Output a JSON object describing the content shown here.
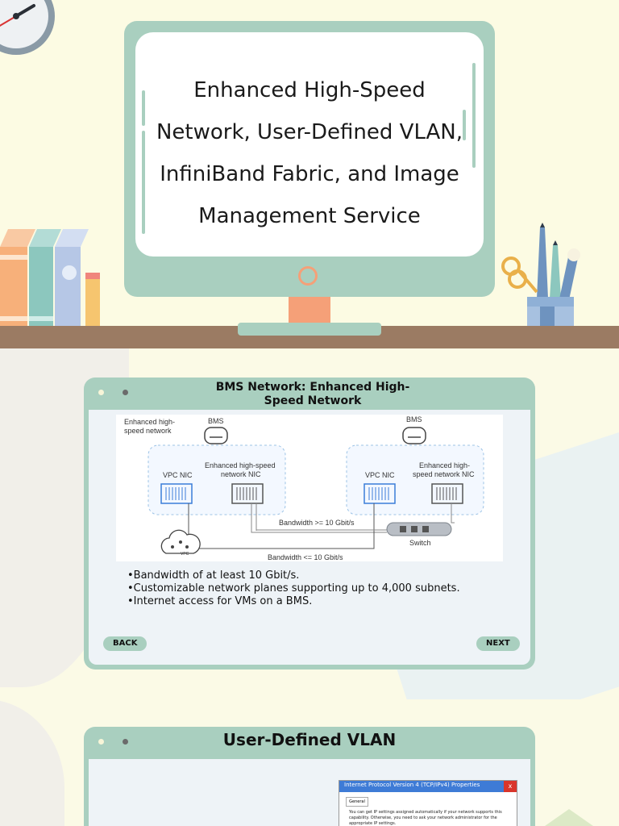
{
  "slide1": {
    "title": "Enhanced High-Speed Network, User-Defined VLAN, InfiniBand Fabric, and Image Management Service"
  },
  "slide2": {
    "title": "BMS Network: Enhanced High-Speed Network",
    "diagram": {
      "enhanced_label": "Enhanced high-speed network",
      "bms_left": "BMS",
      "bms_right": "BMS",
      "vpc_nic_left": "VPC NIC",
      "enh_nic_left": "Enhanced high-speed network NIC",
      "vpc_nic_right": "VPC NIC",
      "enh_nic_right": "Enhanced high-speed network NIC",
      "bandwidth_high": "Bandwidth >= 10 Gbit/s",
      "bandwidth_low": "Bandwidth <= 10 Gbit/s",
      "switch": "Switch",
      "vpc": "VPC"
    },
    "bullets": [
      "•Bandwidth of at least 10 Gbit/s.",
      "•Customizable network planes supporting up to 4,000 subnets.",
      "•Internet access for VMs on a BMS."
    ],
    "back_label": "BACK",
    "next_label": "NEXT"
  },
  "slide3": {
    "title": "User-Defined VLAN",
    "dialog": {
      "title": "Internet Protocol Version 4 (TCP/IPv4) Properties",
      "close": "x",
      "tab": "General",
      "text": "You can get IP settings assigned automatically if your network supports this capability. Otherwise, you need to ask your network administrator for the appropriate IP settings."
    }
  },
  "colors": {
    "mint": "#a9cfbf",
    "cream": "#fcfbe3",
    "orange": "#f5a078",
    "desk": "#9b7b63"
  }
}
